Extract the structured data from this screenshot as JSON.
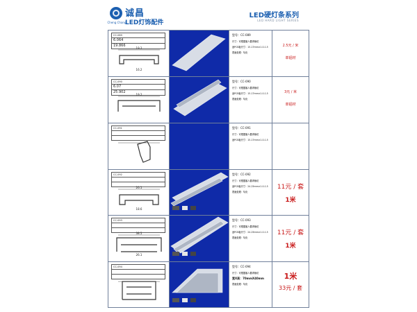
{
  "header": {
    "brand_cn": "诚昌",
    "brand_led": "LED灯饰配件",
    "logo_sub": "Cheng Chang",
    "series_title": "LED硬灯条系列",
    "series_en": "LED HARD LIGHT SERIES"
  },
  "colors": {
    "brand_blue": "#1b5fb0",
    "price_red": "#c81818",
    "photo_bg": "#0f2aa8"
  },
  "rows": [
    {
      "drawing_table": [
        "CC-089",
        "6.064",
        "19.866"
      ],
      "drawing_dims": [
        "19.2",
        "16.2"
      ],
      "model": "CC-089",
      "spec_lines": [
        "尺寸：可根据客人要求裁切",
        "适PCB板尺寸：15-17mm×1.0-1.5",
        "表面处理：氧化"
      ],
      "price_lines": [
        "2.5元 / 米",
        "单铝材"
      ]
    },
    {
      "drawing_table": [
        "CC-090",
        "6.07",
        "25.902"
      ],
      "drawing_dims": [
        "19.2"
      ],
      "model": "CC-090",
      "spec_lines": [
        "尺寸：可根据客人要求裁切",
        "适PCB板尺寸：15-17mm×1.0-1.5",
        "表面处理：氧化"
      ],
      "price_lines": [
        "3元 / 米",
        "单铝材"
      ]
    },
    {
      "drawing_table": [
        "CC-091",
        "",
        ""
      ],
      "drawing_dims": [],
      "model": "CC-091",
      "spec_lines": [
        "尺寸：可根据客人要求裁切",
        "适PCB板尺寸：15-17mm×1.0-1.5"
      ],
      "price_lines": []
    },
    {
      "drawing_table": [
        "CC-092",
        "",
        ""
      ],
      "drawing_dims": [
        "26.1",
        "18.6"
      ],
      "model": "CC-092",
      "spec_lines": [
        "尺寸：可根据客人要求裁切",
        "适PCB板尺寸：24-25mm×1.0-1.5",
        "表面处理：氧化"
      ],
      "price_lines": [
        "11元 / 套",
        "1米"
      ]
    },
    {
      "drawing_table": [
        "CC-093",
        "",
        ""
      ],
      "drawing_dims": [
        "38.5",
        "26.1"
      ],
      "model": "CC-093",
      "spec_lines": [
        "尺寸：可根据客人要求裁切",
        "适PCB板尺寸：24-25mm×1.0-1.5",
        "表面处理：氧化"
      ],
      "price_lines": [
        "11元 / 套",
        "1米"
      ]
    },
    {
      "drawing_table": [
        "CC-094",
        "",
        ""
      ],
      "drawing_dims": [],
      "model": "CC-094",
      "spec_lines": [
        "尺寸：可根据客人要求裁切",
        "宽X高：70mmX40mm",
        "表面处理：氧化"
      ],
      "price_lines": [
        "1米",
        "33元 / 套"
      ]
    }
  ]
}
